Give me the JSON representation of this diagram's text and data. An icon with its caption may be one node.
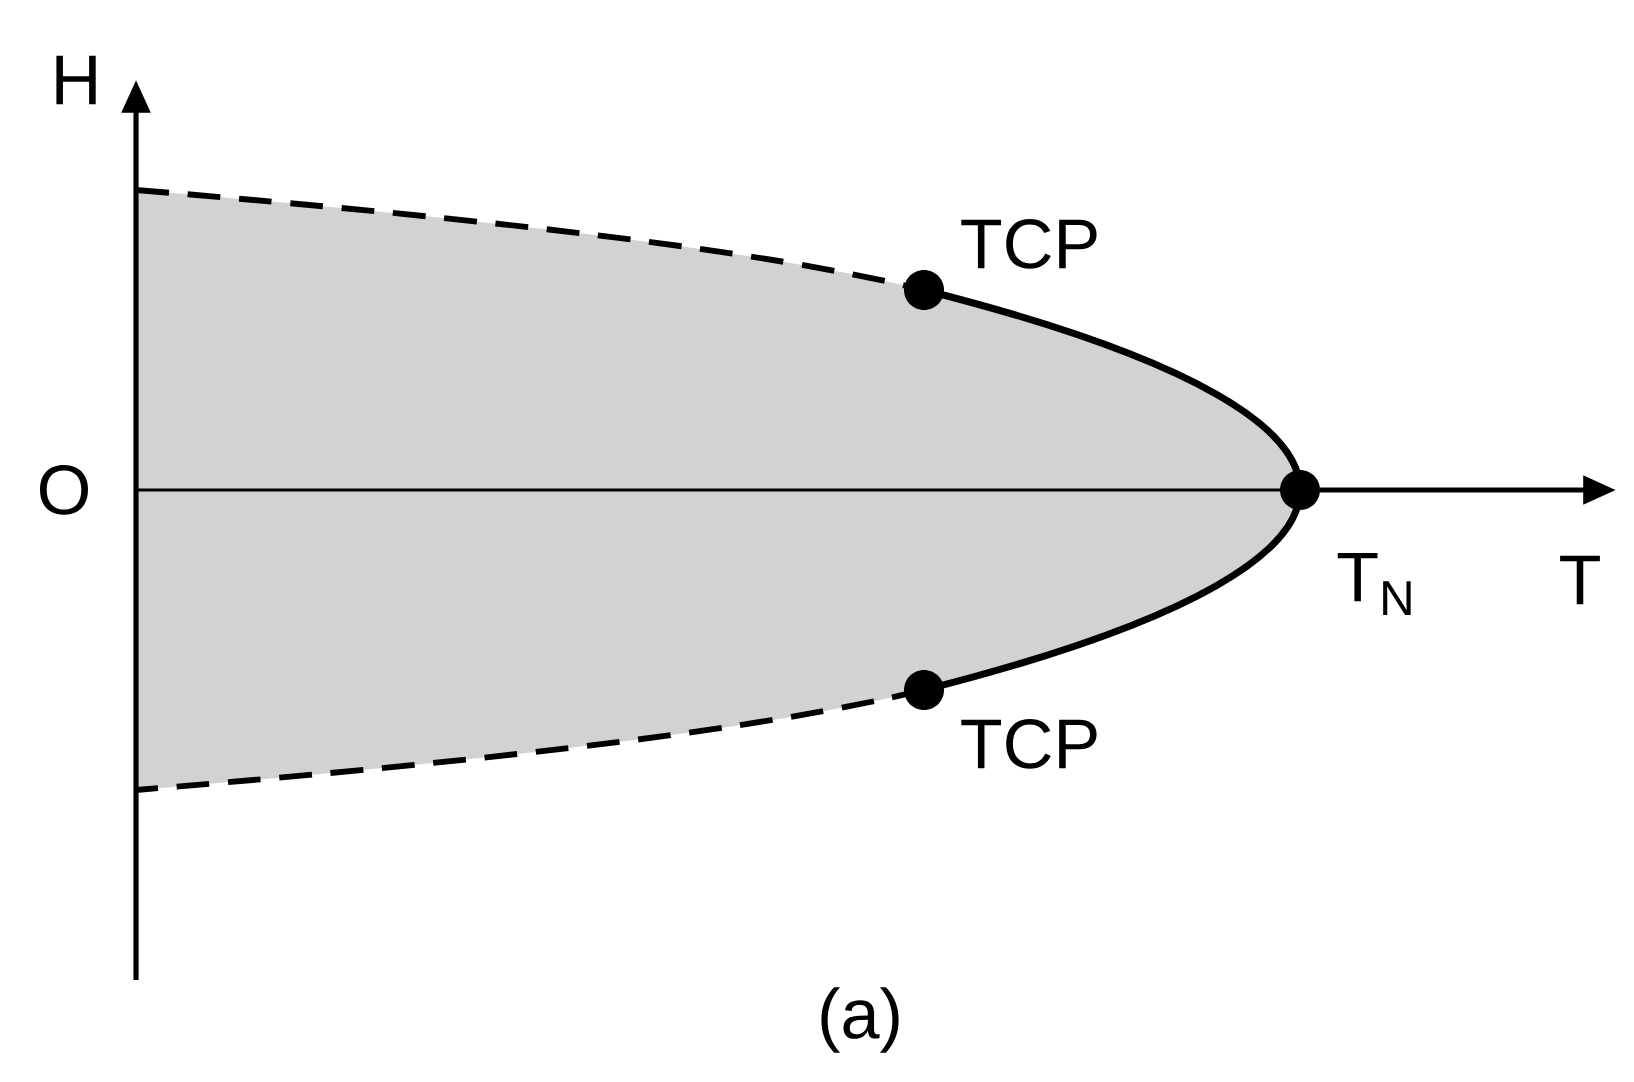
{
  "diagram": {
    "caption": "(a)",
    "labels": [
      "H",
      "O",
      "TCP",
      "T",
      "T$_{N}$",
      "TCP"
    ]
  }
}
